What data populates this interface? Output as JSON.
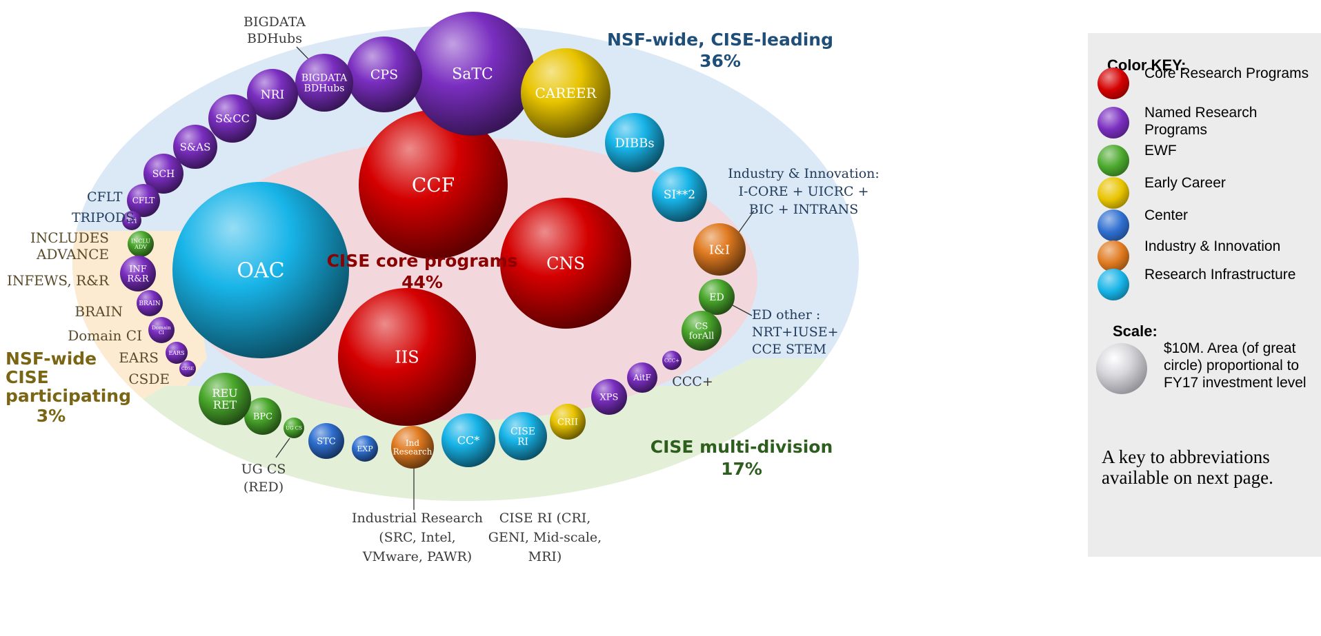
{
  "colors": {
    "core": "#d40000",
    "named": "#7a2ec0",
    "ewf": "#4aa82c",
    "early_career": "#e8c400",
    "center": "#2f6fd0",
    "industry": "#e07a20",
    "infrastructure": "#18b4e8",
    "region_top": "#dbe9f6",
    "region_left": "#fcebd0",
    "region_bottom": "#e4efd8",
    "region_core": "#f2d7dc"
  },
  "group_labels": {
    "nsf_wide_leading": {
      "text": "NSF-wide, CISE-leading",
      "pct": "36%",
      "color": "#1f4e79"
    },
    "core_programs": {
      "text": "CISE core programs",
      "pct": "44%",
      "color": "#8b0000"
    },
    "multi_division": {
      "text": "CISE multi-division",
      "pct": "17%",
      "color": "#2e5e1e"
    },
    "nsf_wide_participating": {
      "lines": [
        "NSF-wide",
        "CISE",
        "participating"
      ],
      "pct": "3%",
      "color": "#7a6514"
    }
  },
  "bubbles": [
    {
      "id": "ccf",
      "lines": [
        "CCF"
      ],
      "cat": "core"
    },
    {
      "id": "cns",
      "lines": [
        "CNS"
      ],
      "cat": "core"
    },
    {
      "id": "iis",
      "lines": [
        "IIS"
      ],
      "cat": "core"
    },
    {
      "id": "oac",
      "lines": [
        "OAC"
      ],
      "cat": "infrastructure"
    },
    {
      "id": "satc",
      "lines": [
        "SaTC"
      ],
      "cat": "named"
    },
    {
      "id": "cps",
      "lines": [
        "CPS"
      ],
      "cat": "named"
    },
    {
      "id": "bigdata",
      "lines": [
        "BIGDATA",
        "BDHubs"
      ],
      "cat": "named"
    },
    {
      "id": "nri",
      "lines": [
        "NRI"
      ],
      "cat": "named"
    },
    {
      "id": "scc",
      "lines": [
        "S&CC"
      ],
      "cat": "named"
    },
    {
      "id": "sas",
      "lines": [
        "S&AS"
      ],
      "cat": "named"
    },
    {
      "id": "sch",
      "lines": [
        "SCH"
      ],
      "cat": "named"
    },
    {
      "id": "cflt",
      "lines": [
        "CFLT"
      ],
      "cat": "named"
    },
    {
      "id": "tri",
      "lines": [
        "Tri"
      ],
      "cat": "named"
    },
    {
      "id": "includes",
      "lines": [
        "INCLU",
        "ADV"
      ],
      "cat": "ewf"
    },
    {
      "id": "infrr",
      "lines": [
        "INF",
        "R&R"
      ],
      "cat": "named"
    },
    {
      "id": "brain",
      "lines": [
        "BRAIN"
      ],
      "cat": "named"
    },
    {
      "id": "domainci",
      "lines": [
        "Domain",
        "CI"
      ],
      "cat": "named"
    },
    {
      "id": "ears",
      "lines": [
        "EARS"
      ],
      "cat": "named"
    },
    {
      "id": "csde",
      "lines": [
        "CDSE"
      ],
      "cat": "named"
    },
    {
      "id": "career",
      "lines": [
        "CAREER"
      ],
      "cat": "early_career"
    },
    {
      "id": "dibbs",
      "lines": [
        "DIBBs"
      ],
      "cat": "infrastructure"
    },
    {
      "id": "si2",
      "lines": [
        "SI**2"
      ],
      "cat": "infrastructure"
    },
    {
      "id": "ii",
      "lines": [
        "I&I"
      ],
      "cat": "industry"
    },
    {
      "id": "ed",
      "lines": [
        "ED"
      ],
      "cat": "ewf"
    },
    {
      "id": "csforall",
      "lines": [
        "CS",
        "forAll"
      ],
      "cat": "ewf"
    },
    {
      "id": "cccplus",
      "lines": [
        "CCC+"
      ],
      "cat": "named"
    },
    {
      "id": "aitf",
      "lines": [
        "AitF"
      ],
      "cat": "named"
    },
    {
      "id": "xps",
      "lines": [
        "XPS"
      ],
      "cat": "named"
    },
    {
      "id": "crii",
      "lines": [
        "CRII"
      ],
      "cat": "early_career"
    },
    {
      "id": "ciseri",
      "lines": [
        "CISE",
        "RI"
      ],
      "cat": "infrastructure"
    },
    {
      "id": "ccstar",
      "lines": [
        "CC*"
      ],
      "cat": "infrastructure"
    },
    {
      "id": "indresearch",
      "lines": [
        "Ind",
        "Research"
      ],
      "cat": "industry"
    },
    {
      "id": "exp",
      "lines": [
        "EXP"
      ],
      "cat": "center"
    },
    {
      "id": "stc",
      "lines": [
        "STC"
      ],
      "cat": "center"
    },
    {
      "id": "ugcs",
      "lines": [
        "UG CS"
      ],
      "cat": "ewf"
    },
    {
      "id": "bpc",
      "lines": [
        "BPC"
      ],
      "cat": "ewf"
    },
    {
      "id": "reuret",
      "lines": [
        "REU",
        "RET"
      ],
      "cat": "ewf"
    }
  ],
  "external_labels": {
    "bigdata": [
      "BIGDATA",
      "BDHubs"
    ],
    "cflt": [
      "CFLT"
    ],
    "tripods": [
      "TRIPODS"
    ],
    "includes": [
      "INCLUDES",
      "ADVANCE"
    ],
    "infews": [
      "INFEWS, R&R"
    ],
    "brain": [
      "BRAIN"
    ],
    "domainci": [
      "Domain CI"
    ],
    "ears": [
      "EARS"
    ],
    "csde": [
      "CSDE"
    ],
    "industry": [
      "Industry & Innovation:",
      "I-CORE + UICRC +",
      "BIC + INTRANS"
    ],
    "ed_other": [
      "ED other :",
      "NRT+IUSE+",
      "CCE STEM"
    ],
    "cccplus": [
      "CCC+"
    ],
    "ugcs": [
      "UG CS",
      "(RED)"
    ],
    "indresearch": [
      "Industrial Research",
      "(SRC, Intel,",
      "VMware, PAWR)"
    ],
    "ciseri": [
      "CISE RI (CRI,",
      "GENI, Mid-scale,",
      "MRI)"
    ]
  },
  "key": {
    "title": "Color KEY:",
    "items": [
      {
        "label": "Core Research Programs",
        "cat": "core"
      },
      {
        "label": "Named Research Programs",
        "cat": "named"
      },
      {
        "label": "EWF",
        "cat": "ewf"
      },
      {
        "label": "Early Career",
        "cat": "early_career"
      },
      {
        "label": "Center",
        "cat": "center"
      },
      {
        "label": "Industry & Innovation",
        "cat": "industry"
      },
      {
        "label": "Research Infrastructure",
        "cat": "infrastructure"
      }
    ],
    "scale_title": "Scale:",
    "scale_text": "$10M.  Area (of great circle) proportional to FY17 investment level",
    "abbrev_note": "A key to abbreviations available on next page."
  }
}
